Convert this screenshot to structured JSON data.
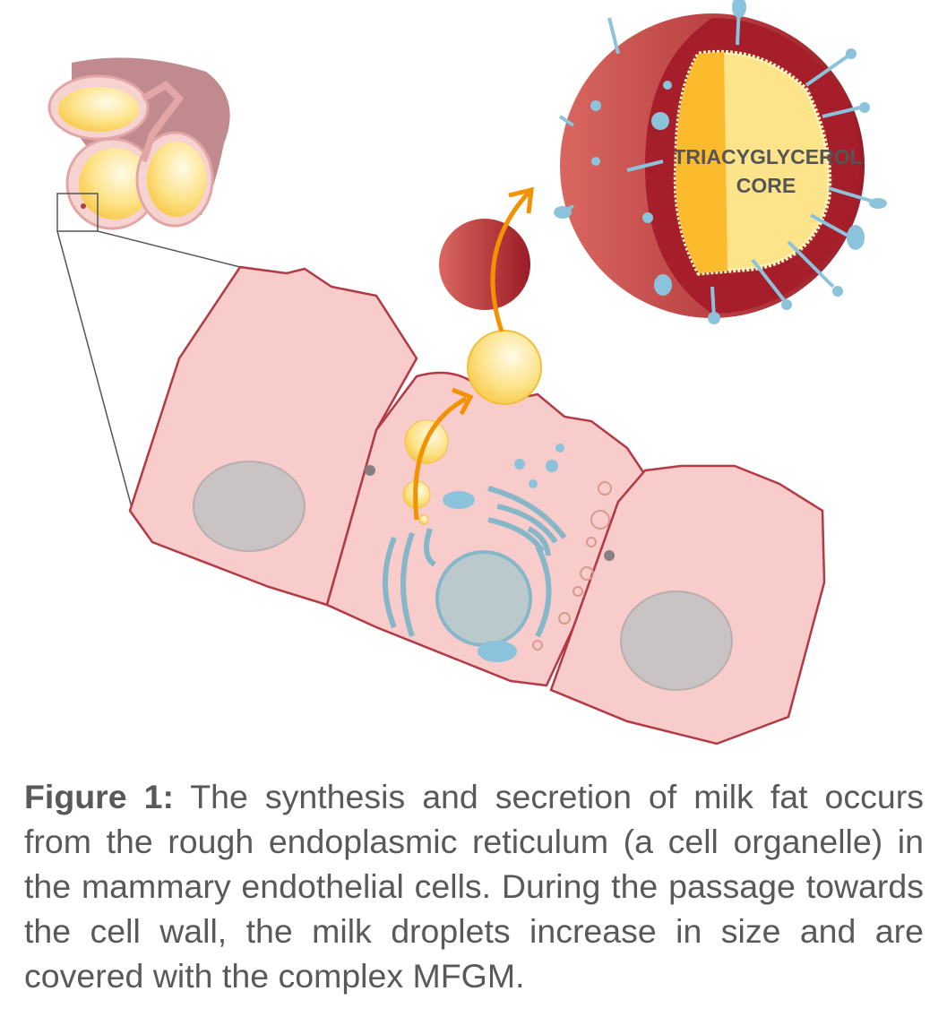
{
  "figure": {
    "core_label_line1": "TRIACYGLYCEROL",
    "core_label_line2": "CORE",
    "colors": {
      "cell_fill": "#f8cccb",
      "cell_stroke": "#b33a44",
      "nucleus": "#c9c3c3",
      "fat": "#fde38a",
      "globule": "#a51e2a",
      "protein": "#8cc3dc",
      "arrow": "#f39200"
    }
  },
  "caption": {
    "label": "Figure 1:",
    "text": " The synthesis and secretion of milk fat occurs from the rough endoplasmic reticulum (a cell organelle) in the mammary endothelial cells. During the passage towards the cell wall, the milk droplets increase in size and are covered with the complex MFGM."
  }
}
